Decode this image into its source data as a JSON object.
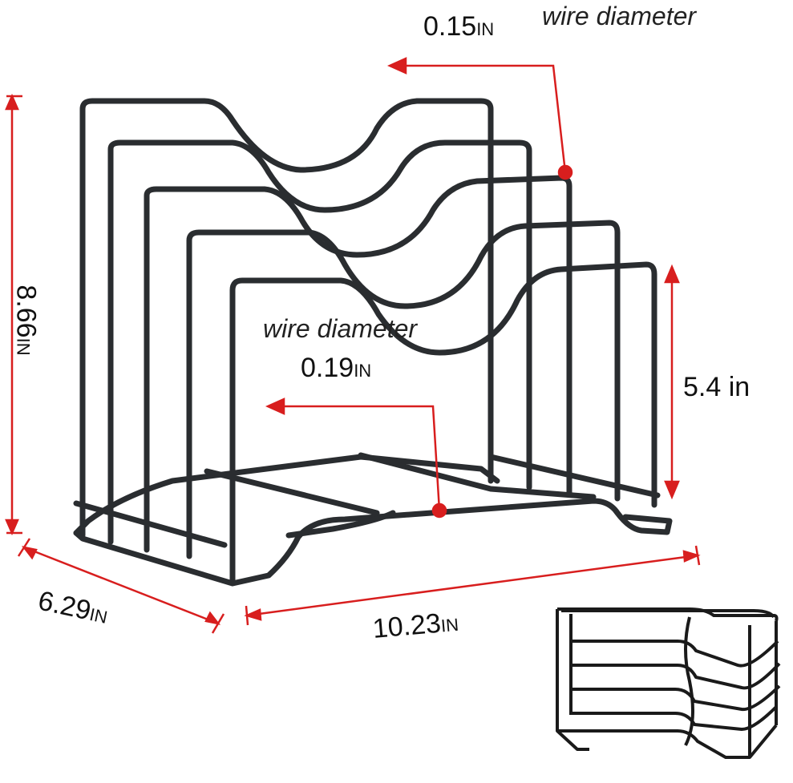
{
  "labels": {
    "top_wire_value": "0.15",
    "top_wire_unit": "IN",
    "top_wire_note": "wire diameter",
    "mid_wire_note": "wire diameter",
    "mid_wire_value": "0.19",
    "mid_wire_unit": "IN",
    "height_value": "8.66",
    "height_unit": "IN",
    "front_height": "5.4 in",
    "depth_value": "6.29",
    "depth_unit": "IN",
    "width_value": "10.23",
    "width_unit": "IN"
  },
  "colors": {
    "dimension_red": "#d81e1e",
    "wire": "#2a2d30",
    "text": "#111111"
  }
}
